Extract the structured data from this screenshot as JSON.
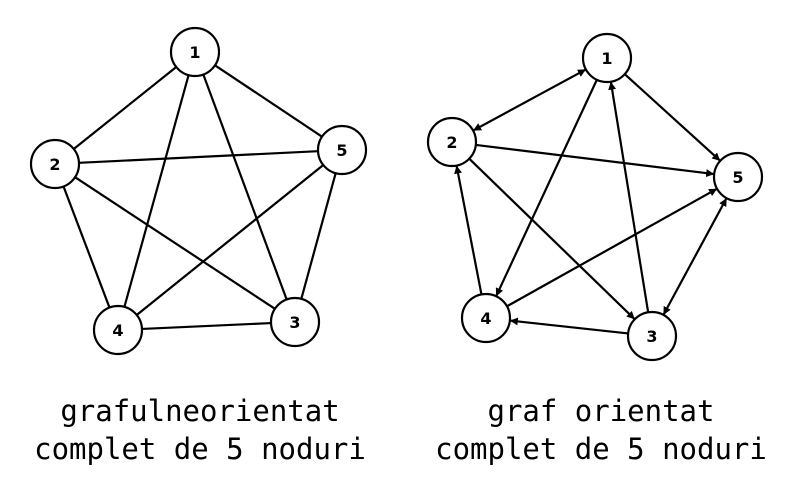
{
  "graphs": [
    {
      "type": "undirected",
      "nodes": [
        "1",
        "2",
        "3",
        "4",
        "5"
      ],
      "edges": [
        [
          "1",
          "2"
        ],
        [
          "1",
          "3"
        ],
        [
          "1",
          "4"
        ],
        [
          "1",
          "5"
        ],
        [
          "2",
          "3"
        ],
        [
          "2",
          "4"
        ],
        [
          "2",
          "5"
        ],
        [
          "3",
          "4"
        ],
        [
          "3",
          "5"
        ],
        [
          "4",
          "5"
        ]
      ],
      "caption": [
        "grafulneorientat",
        "complet de 5 noduri"
      ]
    },
    {
      "type": "directed",
      "nodes": [
        "1",
        "2",
        "3",
        "4",
        "5"
      ],
      "edges": [
        {
          "from": "1",
          "to": "2",
          "bidirectional": true
        },
        {
          "from": "1",
          "to": "4"
        },
        {
          "from": "1",
          "to": "5"
        },
        {
          "from": "2",
          "to": "3"
        },
        {
          "from": "2",
          "to": "5"
        },
        {
          "from": "3",
          "to": "1"
        },
        {
          "from": "3",
          "to": "4"
        },
        {
          "from": "3",
          "to": "5",
          "bidirectional": true
        },
        {
          "from": "4",
          "to": "2"
        },
        {
          "from": "4",
          "to": "5"
        }
      ],
      "caption": [
        "graf orientat",
        "complet de 5 noduri"
      ]
    }
  ]
}
